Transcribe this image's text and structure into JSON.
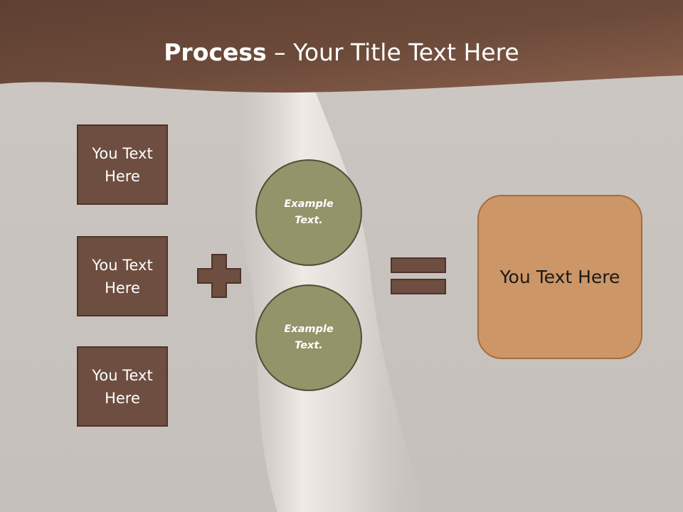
{
  "title": {
    "bold": "Process",
    "rest": " – Your Title Text Here"
  },
  "left_boxes": [
    {
      "label": "You Text\nHere"
    },
    {
      "label": "You Text\nHere"
    },
    {
      "label": "You Text\nHere"
    }
  ],
  "circles": [
    {
      "label": "Example\nText."
    },
    {
      "label": "Example\nText."
    }
  ],
  "result": {
    "label": "You Text Here"
  },
  "colors": {
    "header": "#6e4c3c",
    "box_fill": "#6d4e40",
    "circle_fill": "#939469",
    "result_fill": "#cc9666",
    "background": "#c9c3bf"
  },
  "icons": {
    "operator_1": "plus-icon",
    "operator_2": "equals-icon"
  }
}
